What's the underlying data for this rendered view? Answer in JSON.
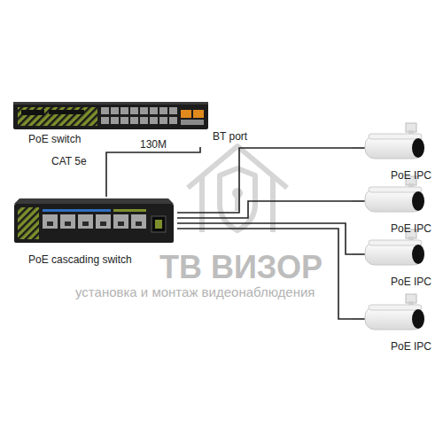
{
  "diagram": {
    "nodes": [
      {
        "text": [
          "PoE switch"
        ]
      },
      {
        "text": [
          "PoE cascading switch"
        ]
      },
      {
        "text": [
          "PoE IPC"
        ]
      },
      {
        "text": [
          "PoE IPC"
        ]
      },
      {
        "text": [
          "PoE IPC"
        ]
      },
      {
        "text": [
          "PoE IPC"
        ]
      }
    ],
    "edges": [
      {
        "from": 0,
        "to": 1,
        "arrow": "none",
        "label": "130M"
      },
      {
        "from": 1,
        "to": 2,
        "arrow": "none"
      },
      {
        "from": 1,
        "to": 3,
        "arrow": "none"
      },
      {
        "from": 1,
        "to": 4,
        "arrow": "none"
      },
      {
        "from": 1,
        "to": 5,
        "arrow": "none"
      }
    ],
    "labels": [
      "BT port",
      "CAT 5e",
      "ТВ ВИЗОР",
      "установка и монтаж видеонаблюдения"
    ]
  }
}
